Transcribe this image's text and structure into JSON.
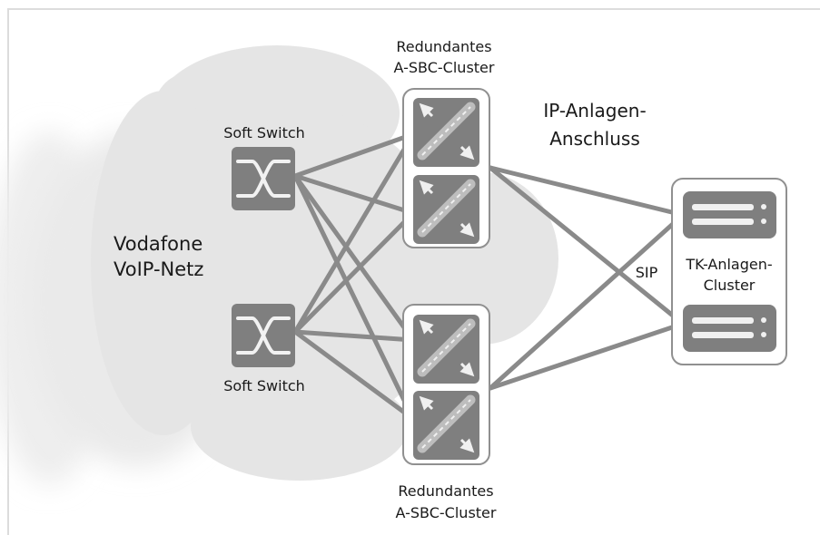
{
  "network": {
    "cloud_label_line1": "Vodafone",
    "cloud_label_line2": "VoIP-Netz"
  },
  "soft_switch_top": {
    "label": "Soft Switch"
  },
  "soft_switch_bottom": {
    "label": "Soft Switch"
  },
  "sbc_cluster_top": {
    "label_line1": "Redundantes",
    "label_line2": "A-SBC-Cluster"
  },
  "sbc_cluster_bottom": {
    "label_line1": "Redundantes",
    "label_line2": "A-SBC-Cluster"
  },
  "connection": {
    "label_line1": "IP-Anlagen-",
    "label_line2": "Anschluss"
  },
  "protocol_label": "SIP",
  "tk_cluster": {
    "label_line1": "TK-Anlagen-",
    "label_line2": "Cluster"
  },
  "colors": {
    "cloud": "#e6e6e6",
    "device": "#7f7f7f",
    "line": "#8a8a8a",
    "frame": "#dcdcdc",
    "cluster_border": "#909090"
  },
  "icons": {
    "soft_switch": "crossbar-switch-icon",
    "sbc": "session-border-controller-icon",
    "tk_server": "server-icon"
  }
}
